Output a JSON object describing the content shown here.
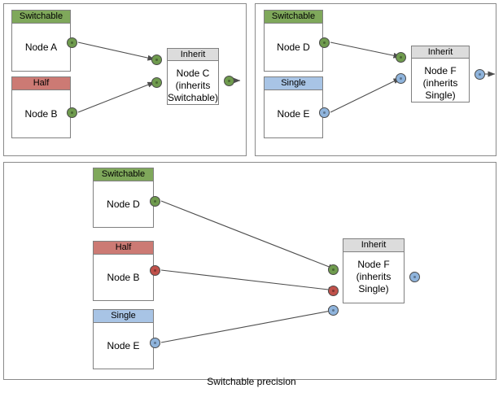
{
  "figure": {
    "caption": "Switchable precision",
    "colors": {
      "switchable": "#7FA85B",
      "half": "#CC7A74",
      "single": "#A8C4E5",
      "inherit": "#DCDCDC",
      "port_green": "#6F9B4E",
      "port_red": "#C0514A",
      "port_blue": "#8FB4DC",
      "panel_border": "#8A8A8A",
      "node_border": "#808080",
      "edge": "#4D4D4D"
    }
  },
  "panels": [
    {
      "id": "panel-1",
      "nodes": [
        {
          "id": "node-a",
          "header": "Switchable",
          "header_type": "switchable",
          "body": "Node A"
        },
        {
          "id": "node-b",
          "header": "Half",
          "header_type": "half",
          "body": "Node B"
        },
        {
          "id": "node-c",
          "header": "Inherit",
          "header_type": "inherit",
          "body": "Node C\n(inherits\nSwitchable)"
        }
      ],
      "ports": [
        {
          "id": "node-a-out",
          "type": "green",
          "node": "node-a",
          "side": "output"
        },
        {
          "id": "node-b-out",
          "type": "green",
          "node": "node-b",
          "side": "output"
        },
        {
          "id": "node-c-in-1",
          "type": "green",
          "node": "node-c",
          "side": "input"
        },
        {
          "id": "node-c-in-2",
          "type": "green",
          "node": "node-c",
          "side": "input"
        },
        {
          "id": "node-c-out",
          "type": "green",
          "node": "node-c",
          "side": "output"
        }
      ],
      "edges": [
        {
          "from": "node-a-out",
          "to": "node-c-in-1"
        },
        {
          "from": "node-b-out",
          "to": "node-c-in-2"
        },
        {
          "from": "node-c-out",
          "to": "open"
        }
      ]
    },
    {
      "id": "panel-2",
      "nodes": [
        {
          "id": "node-d",
          "header": "Switchable",
          "header_type": "switchable",
          "body": "Node D"
        },
        {
          "id": "node-e",
          "header": "Single",
          "header_type": "single",
          "body": "Node E"
        },
        {
          "id": "node-f",
          "header": "Inherit",
          "header_type": "inherit",
          "body": "Node F\n(inherits\nSingle)"
        }
      ],
      "ports": [
        {
          "id": "node-d-out",
          "type": "green",
          "node": "node-d",
          "side": "output"
        },
        {
          "id": "node-e-out",
          "type": "blue",
          "node": "node-e",
          "side": "output"
        },
        {
          "id": "node-f-in-1",
          "type": "green",
          "node": "node-f",
          "side": "input"
        },
        {
          "id": "node-f-in-2",
          "type": "blue",
          "node": "node-f",
          "side": "input"
        },
        {
          "id": "node-f-out",
          "type": "blue",
          "node": "node-f",
          "side": "output"
        }
      ],
      "edges": [
        {
          "from": "node-d-out",
          "to": "node-f-in-1"
        },
        {
          "from": "node-e-out",
          "to": "node-f-in-2"
        },
        {
          "from": "node-f-out",
          "to": "open"
        }
      ]
    },
    {
      "id": "panel-3",
      "nodes": [
        {
          "id": "node-d3",
          "header": "Switchable",
          "header_type": "switchable",
          "body": "Node D"
        },
        {
          "id": "node-b3",
          "header": "Half",
          "header_type": "half",
          "body": "Node B"
        },
        {
          "id": "node-e3",
          "header": "Single",
          "header_type": "single",
          "body": "Node E"
        },
        {
          "id": "node-f3",
          "header": "Inherit",
          "header_type": "inherit",
          "body": "Node F\n(inherits\nSingle)"
        }
      ],
      "ports": [
        {
          "id": "node-d3-out",
          "type": "green",
          "node": "node-d3",
          "side": "output"
        },
        {
          "id": "node-b3-out",
          "type": "red",
          "node": "node-b3",
          "side": "output"
        },
        {
          "id": "node-e3-out",
          "type": "blue",
          "node": "node-e3",
          "side": "output"
        },
        {
          "id": "node-f3-in-1",
          "type": "green",
          "node": "node-f3",
          "side": "input"
        },
        {
          "id": "node-f3-in-2",
          "type": "red",
          "node": "node-f3",
          "side": "input"
        },
        {
          "id": "node-f3-in-3",
          "type": "blue",
          "node": "node-f3",
          "side": "input"
        },
        {
          "id": "node-f3-out",
          "type": "blue",
          "node": "node-f3",
          "side": "output"
        }
      ],
      "edges": [
        {
          "from": "node-d3-out",
          "to": "node-f3-in-1"
        },
        {
          "from": "node-b3-out",
          "to": "node-f3-in-2"
        },
        {
          "from": "node-e3-out",
          "to": "node-f3-in-3"
        }
      ]
    }
  ],
  "labels": {
    "node_a_header": "Switchable",
    "node_a_body": "Node A",
    "node_b_header": "Half",
    "node_b_body": "Node B",
    "node_c_header": "Inherit",
    "node_c_body": "Node C\n(inherits\nSwitchable)",
    "node_d_header": "Switchable",
    "node_d_body": "Node D",
    "node_e_header": "Single",
    "node_e_body": "Node E",
    "node_f_header": "Inherit",
    "node_f_body": "Node F\n(inherits\nSingle)",
    "node_d3_header": "Switchable",
    "node_d3_body": "Node D",
    "node_b3_header": "Half",
    "node_b3_body": "Node B",
    "node_e3_header": "Single",
    "node_e3_body": "Node E",
    "node_f3_header": "Inherit",
    "node_f3_body": "Node F\n(inherits\nSingle)",
    "caption": "Switchable precision"
  }
}
